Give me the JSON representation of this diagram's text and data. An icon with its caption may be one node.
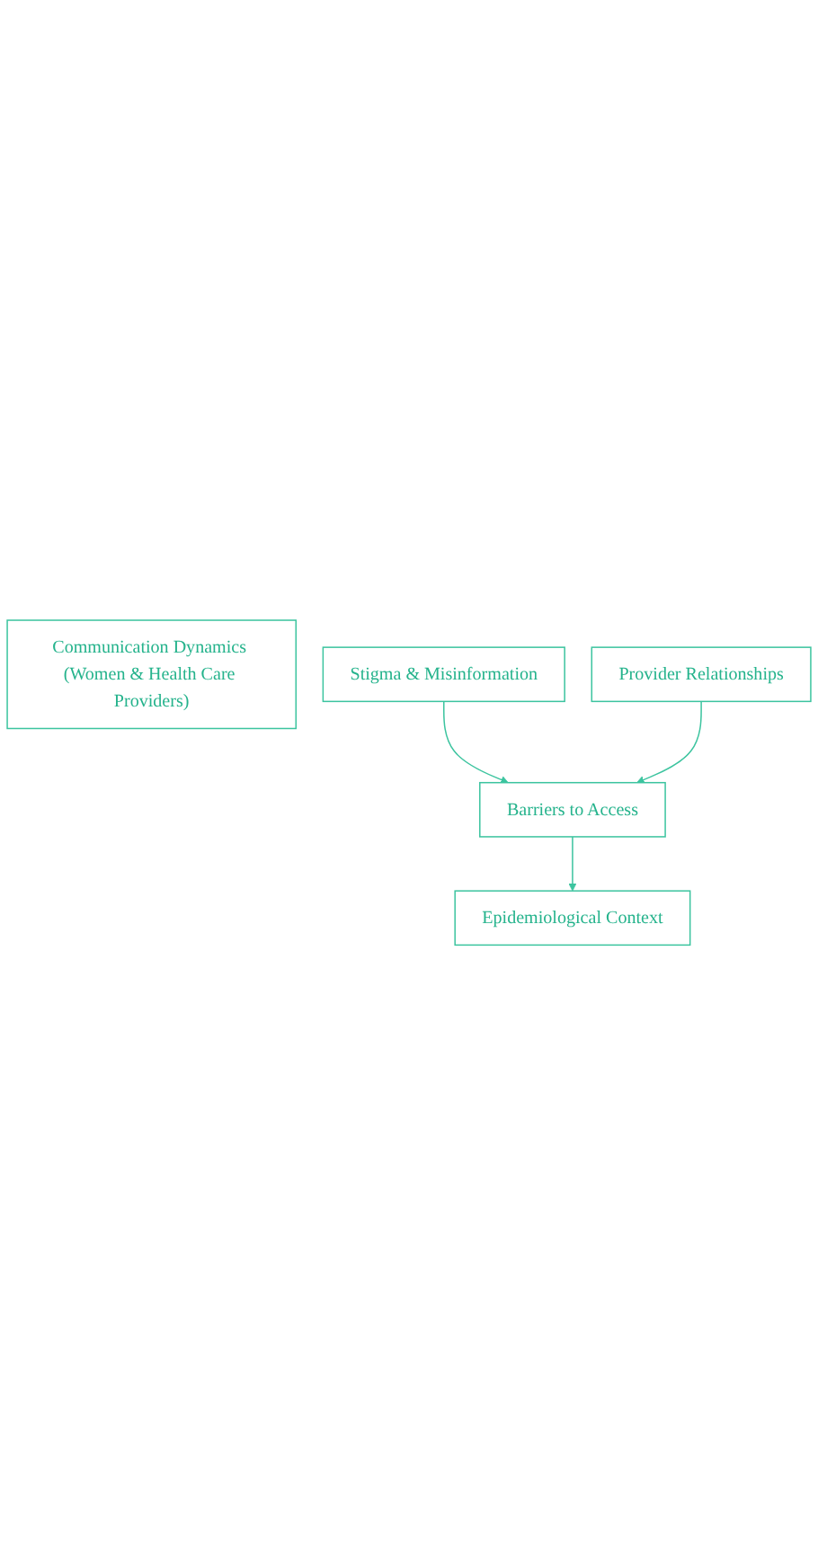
{
  "diagram": {
    "nodes": [
      {
        "text": [
          "Communication Dynamics (Women & Health Care Providers)"
        ]
      },
      {
        "text": [
          "Stigma & Misinformation"
        ]
      },
      {
        "text": [
          "Provider Relationships"
        ]
      },
      {
        "text": [
          "Barriers to Access"
        ]
      },
      {
        "text": [
          "Epidemiological Context"
        ]
      }
    ],
    "edges": [
      {
        "from": 1,
        "to": 3,
        "arrow": "to"
      },
      {
        "from": 2,
        "to": 3,
        "arrow": "to"
      },
      {
        "from": 3,
        "to": 4,
        "arrow": "to"
      }
    ]
  }
}
